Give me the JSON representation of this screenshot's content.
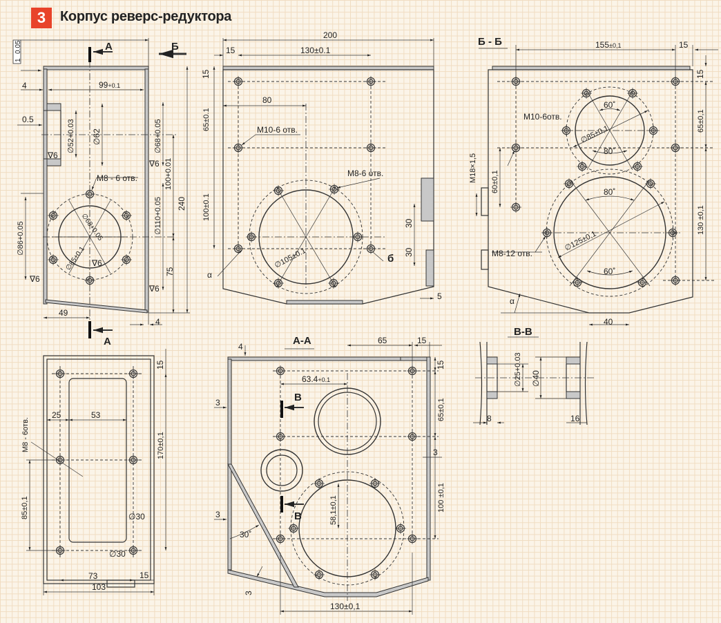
{
  "header": {
    "number": "3",
    "title": "Корпус реверс-редуктора"
  },
  "view_main": {
    "section_a_top": "А",
    "section_a_bottom": "А",
    "section_b": "Б",
    "tol": "1",
    "tol_val": "0.05",
    "d4": "4",
    "d99": "99",
    "d99_tol": "+0.1",
    "d05": "0.5",
    "d52": "∅52+0.03",
    "d62": "∅62",
    "d68": "∅68+0.05",
    "d100": "100+0.01",
    "d110": "∅110+0.05",
    "d240": "240",
    "d75": "75",
    "d86": "∅86+0.05",
    "d49": "49",
    "d4b": "4",
    "r6a": "∇6",
    "r6b": "∇6",
    "r6c": "∇6",
    "r6d": "∇6",
    "r6e": "∇6",
    "d68c": "∅68+0.05",
    "d85c": "∅85±0.1",
    "holes": "M8 - 6 отв."
  },
  "view_side": {
    "d200": "200",
    "d15": "15",
    "d130": "130±0.1",
    "d15v": "15",
    "d80": "80",
    "d65": "65±0.1",
    "d100": "100±0.1",
    "holes_m10": "M10-6 отв.",
    "holes_m8": "M8-6 отв.",
    "d105": "∅105±0.1",
    "d30a": "30",
    "d30b": "30",
    "d5": "5",
    "mark_b": "б",
    "alpha": "α"
  },
  "view_bb": {
    "title": "Б - Б",
    "d155": "155",
    "d155_tol": "±0,1",
    "d15a": "15",
    "d15b": "15",
    "d65": "65±0,1",
    "d130": "130 ±0,1",
    "holes_m10": "M10-6отв.",
    "holes_m8": "M8-12 отв.",
    "m18": "M18×1,5",
    "d60": "60±0,1",
    "d85": "∅85±0,1",
    "d125": "∅125±0,1",
    "a60a": "60˚",
    "a80a": "80˚",
    "a80b": "80˚",
    "a60b": "60˚",
    "alpha": "α",
    "d40": "40"
  },
  "view_bottom": {
    "holes": "M8 - 6отв.",
    "d25": "25",
    "d53": "53",
    "d170": "170±0,1",
    "d85": "85±0,1",
    "d30a": "∅30",
    "d30b": "∅30",
    "d15": "15",
    "d73": "73",
    "d15b": "15",
    "d103": "103"
  },
  "view_aa": {
    "title": "А-А",
    "d4": "4",
    "d65": "65",
    "d15": "15",
    "d15v": "15",
    "d634": "63.4",
    "d634_tol": "+0.1",
    "d3a": "3",
    "d3b": "3",
    "d3c": "3",
    "d3d": "3",
    "section_v_top": "В",
    "section_v_bottom": "В",
    "d65v": "65±0,1",
    "d100": "100 ±0,1",
    "d581": "58,1±0,1",
    "a30": "30˚",
    "d130": "130±0,1"
  },
  "view_vv": {
    "title": "В-В",
    "d25": "∅25+0.03",
    "d40": "∅40",
    "d8": "8",
    "d16": "16"
  }
}
